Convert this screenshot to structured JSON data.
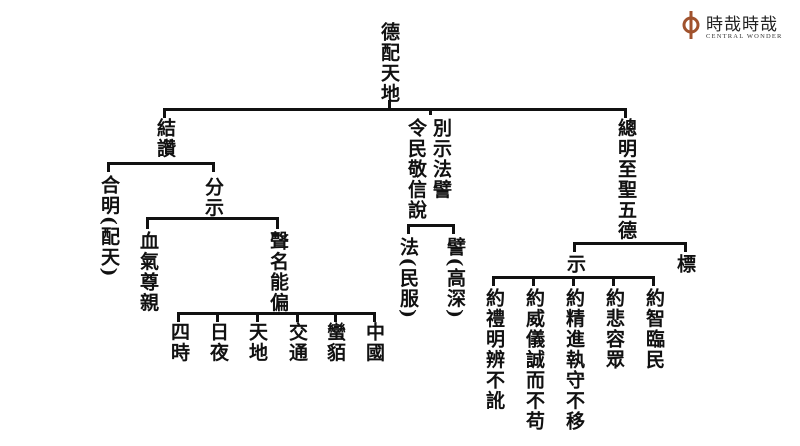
{
  "logo": {
    "chinese": "時哉時哉",
    "english": "CENTRAL WONDER",
    "accent": "#a0522d"
  },
  "root": "德配天地",
  "left": {
    "label": "結讚",
    "he_ming": "合明(配天)",
    "fen_shi": "分示",
    "xue_qi": "血氣尊親",
    "sheng_ming": "聲名能偏",
    "leaves": [
      "四時",
      "日夜",
      "天地",
      "交通",
      "蠻貊",
      "中國"
    ]
  },
  "middle": {
    "label_a": "別示法譬",
    "label_b": "令民敬信說",
    "fa": "法(民服)",
    "pi": "譬(高深)"
  },
  "right": {
    "label": "總明至聖五德",
    "shi": "示",
    "biao": "標",
    "leaves": [
      "約禮明辨不訛",
      "約威儀誠而不苟",
      "約精進執守不移",
      "約悲容眾",
      "約智臨民"
    ]
  }
}
